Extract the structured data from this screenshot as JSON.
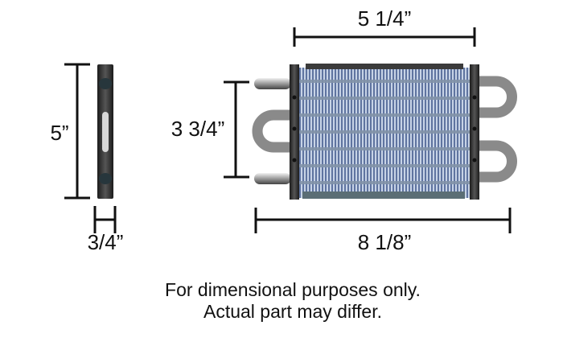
{
  "dimensions": {
    "height": "5”",
    "thickness": "3/4”",
    "core_width": "5 1/4”",
    "port_spacing": "3 3/4”",
    "overall_length": "8 1/8”"
  },
  "note": {
    "line1": "For dimensional purposes only.",
    "line2": "Actual part may differ."
  },
  "colors": {
    "frame": "#2e2e2e",
    "fins": "#7c8fb0",
    "pipe": "#9a9a9a",
    "dimension_lines": "#111111"
  }
}
